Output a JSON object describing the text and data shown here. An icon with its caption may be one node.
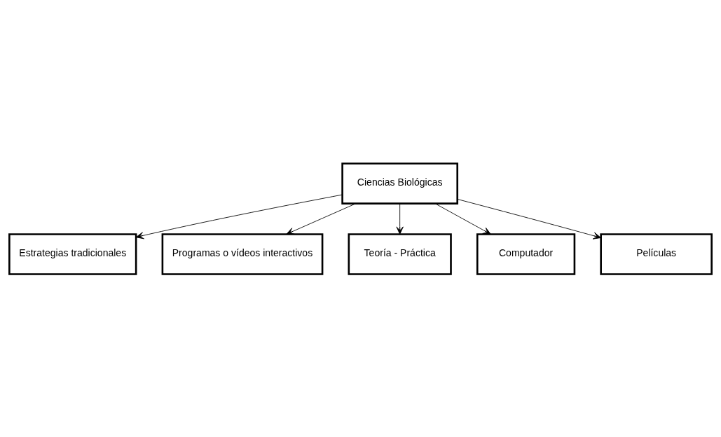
{
  "diagram": {
    "nodes": [
      {
        "text": [
          "Ciencias Biológicas"
        ]
      },
      {
        "text": [
          "Estrategias tradicionales"
        ]
      },
      {
        "text": [
          "Programas o vídeos interactivos"
        ]
      },
      {
        "text": [
          "Teoría - Práctica"
        ]
      },
      {
        "text": [
          "Computador"
        ]
      },
      {
        "text": [
          "Películas"
        ]
      }
    ],
    "edges": [
      {
        "from": 0,
        "to": 1,
        "arrow": "to"
      },
      {
        "from": 0,
        "to": 3,
        "arrow": "to"
      },
      {
        "from": 0,
        "to": 5,
        "arrow": "to"
      },
      {
        "from": 0,
        "to": 4,
        "arrow": "to"
      },
      {
        "from": 0,
        "to": 2,
        "arrow": "to"
      }
    ]
  }
}
